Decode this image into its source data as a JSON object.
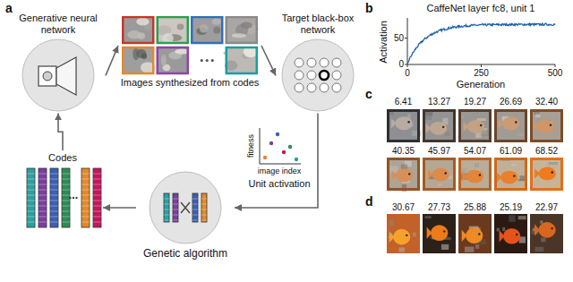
{
  "diagram": {
    "nodes": [
      {
        "text": [
          "Generative neural network"
        ]
      },
      {
        "text": [
          "Images synthesized from codes"
        ]
      },
      {
        "text": [
          "Target black-box network"
        ]
      },
      {
        "text": [
          "Genetic algorithm"
        ]
      },
      {
        "text": [
          "Codes"
        ]
      }
    ],
    "edges": [
      {
        "from": 0,
        "to": 1,
        "arrow": "to"
      },
      {
        "from": 1,
        "to": 2,
        "arrow": "to"
      },
      {
        "from": 2,
        "to": 3,
        "arrow": "to"
      },
      {
        "from": 3,
        "to": 4,
        "arrow": "to"
      },
      {
        "from": 4,
        "to": 0,
        "arrow": "to"
      }
    ],
    "labels": [
      "a",
      "fitness",
      "image index",
      "Unit activation",
      "b",
      "CaffeNet layer fc8, unit 1",
      "Activation",
      "0",
      "50",
      "0",
      "250",
      "500",
      "Generation",
      "c",
      "6.41",
      "13.27",
      "19.27",
      "26.69",
      "32.40",
      "40.35",
      "45.97",
      "54.07",
      "61.09",
      "68.52",
      "d",
      "30.67",
      "27.73",
      "25.88",
      "25.19",
      "22.97"
    ]
  }
}
